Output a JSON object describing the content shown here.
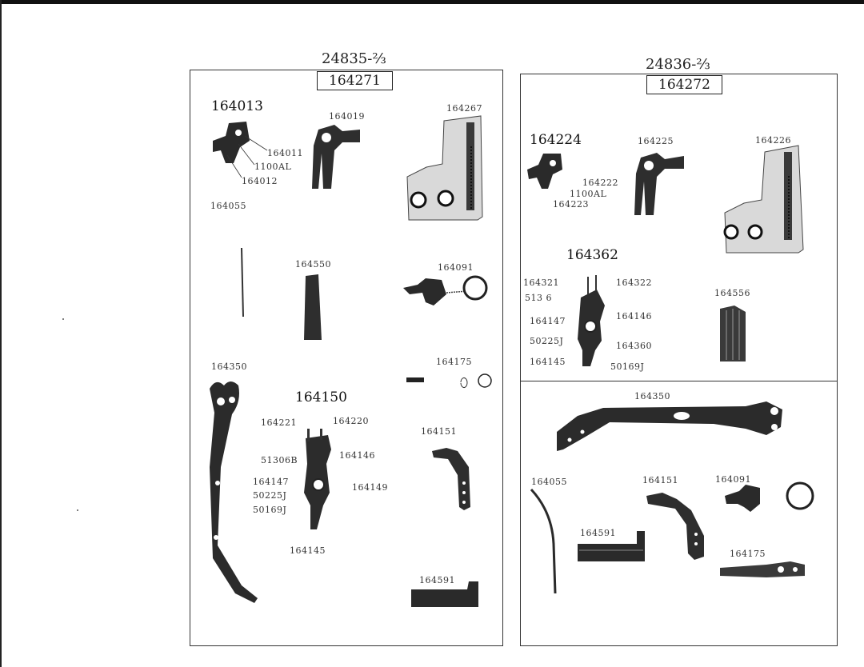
{
  "left_catalog": {
    "model_number": "24835-⅔",
    "kit_number": "164271",
    "parts": {
      "p164013": "164013",
      "p164019": "164019",
      "p164267": "164267",
      "p164011": "164011",
      "p1100AL": "1100AL",
      "p164012": "164012",
      "p164055": "164055",
      "p164550": "164550",
      "p164091": "164091",
      "p164350": "164350",
      "p164175": "164175",
      "p164150": "164150",
      "p164221": "164221",
      "p164220": "164220",
      "p164151": "164151",
      "p51306": "51306B",
      "p164146": "164146",
      "p164147": "164147",
      "p50225": "50225J",
      "p164149": "164149",
      "p50169": "50169J",
      "p164145": "164145",
      "p164591": "164591"
    }
  },
  "right_catalog": {
    "model_number": "24836-⅔",
    "kit_number": "164272",
    "parts": {
      "p164224": "164224",
      "p164225": "164225",
      "p164226": "164226",
      "p164222": "164222",
      "p1100AL": "1100AL",
      "p164223": "164223",
      "p164362": "164362",
      "p164321": "164321",
      "p164322": "164322",
      "p5136": "513 6",
      "p164556": "164556",
      "p164147": "164147",
      "p164146": "164146",
      "p50225": "50225J",
      "p164360": "164360",
      "p164145": "164145",
      "p50169": "50169J",
      "p164350": "164350",
      "p164055": "164055",
      "p164151": "164151",
      "p164091": "164091",
      "p164591": "164591",
      "p164175": "164175"
    }
  }
}
